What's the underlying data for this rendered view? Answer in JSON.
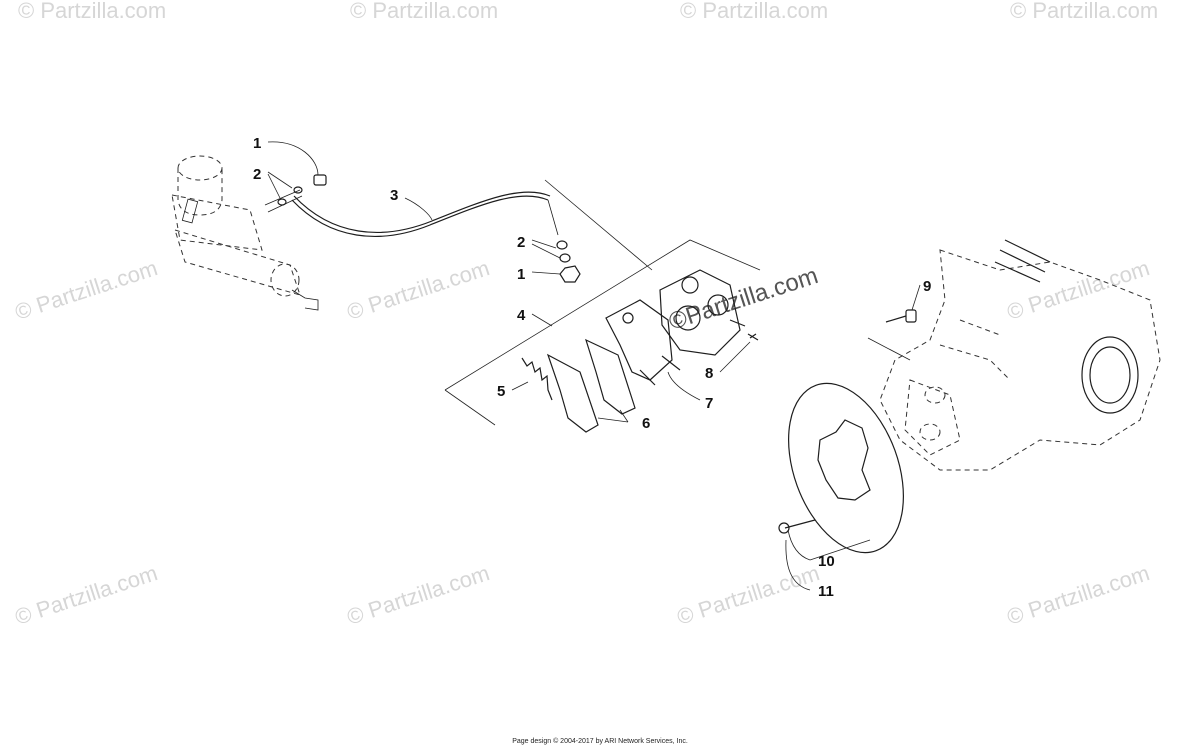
{
  "watermark": {
    "text": "© Partzilla.com",
    "center_text": "©Partzilla.com"
  },
  "callouts": [
    {
      "id": "c1a",
      "label": "1"
    },
    {
      "id": "c2a",
      "label": "2"
    },
    {
      "id": "c3",
      "label": "3"
    },
    {
      "id": "c2b",
      "label": "2"
    },
    {
      "id": "c1b",
      "label": "1"
    },
    {
      "id": "c4",
      "label": "4"
    },
    {
      "id": "c5",
      "label": "5"
    },
    {
      "id": "c6",
      "label": "6"
    },
    {
      "id": "c7",
      "label": "7"
    },
    {
      "id": "c8",
      "label": "8"
    },
    {
      "id": "c9",
      "label": "9"
    },
    {
      "id": "c10",
      "label": "10"
    },
    {
      "id": "c11",
      "label": "11"
    }
  ],
  "footer": {
    "text": "Page design © 2004-2017 by ARI Network Services, Inc."
  }
}
